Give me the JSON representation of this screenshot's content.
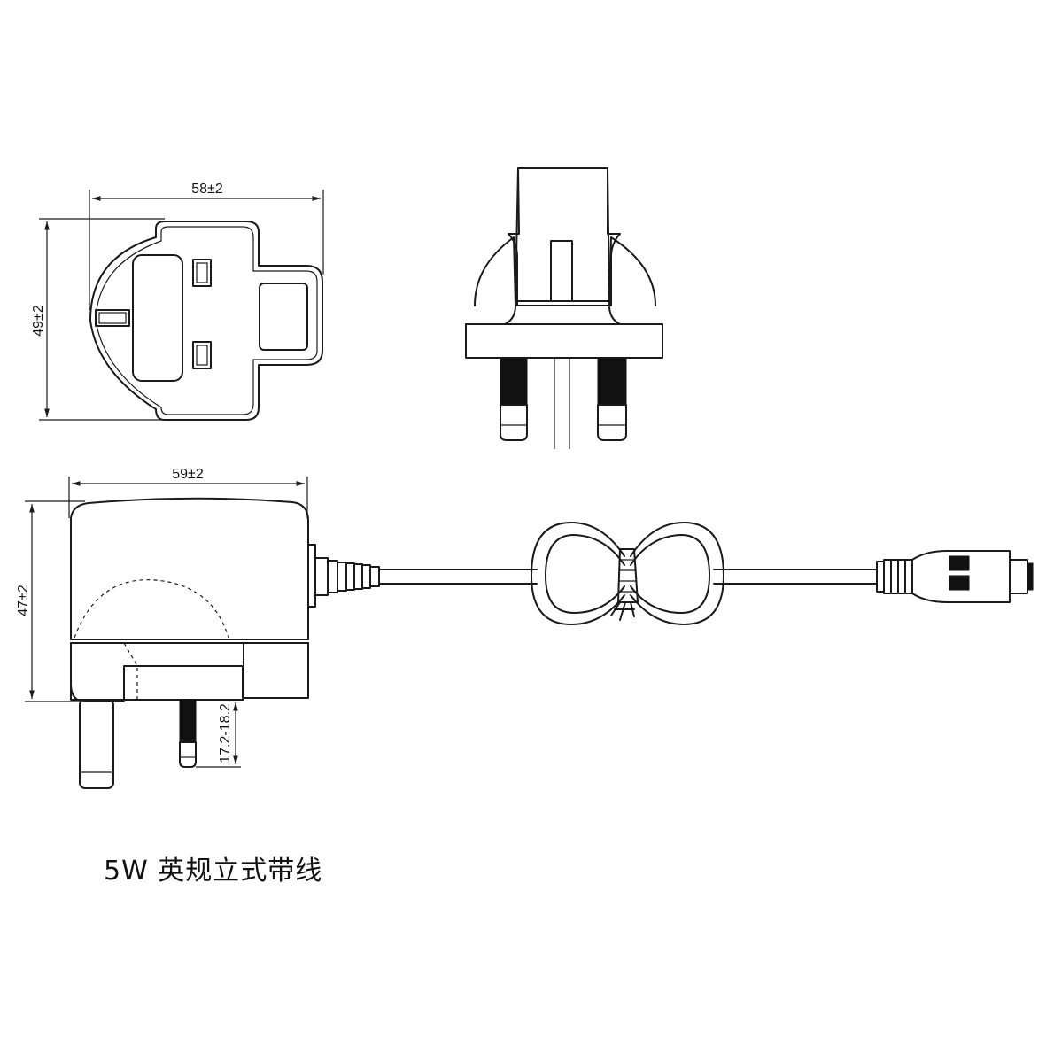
{
  "caption": "5W 英规立式带线",
  "dimensions": {
    "front_width": "58±2",
    "front_height": "49±2",
    "side_width": "59±2",
    "side_height": "47±2",
    "pin_length": "17.2-18.2"
  }
}
